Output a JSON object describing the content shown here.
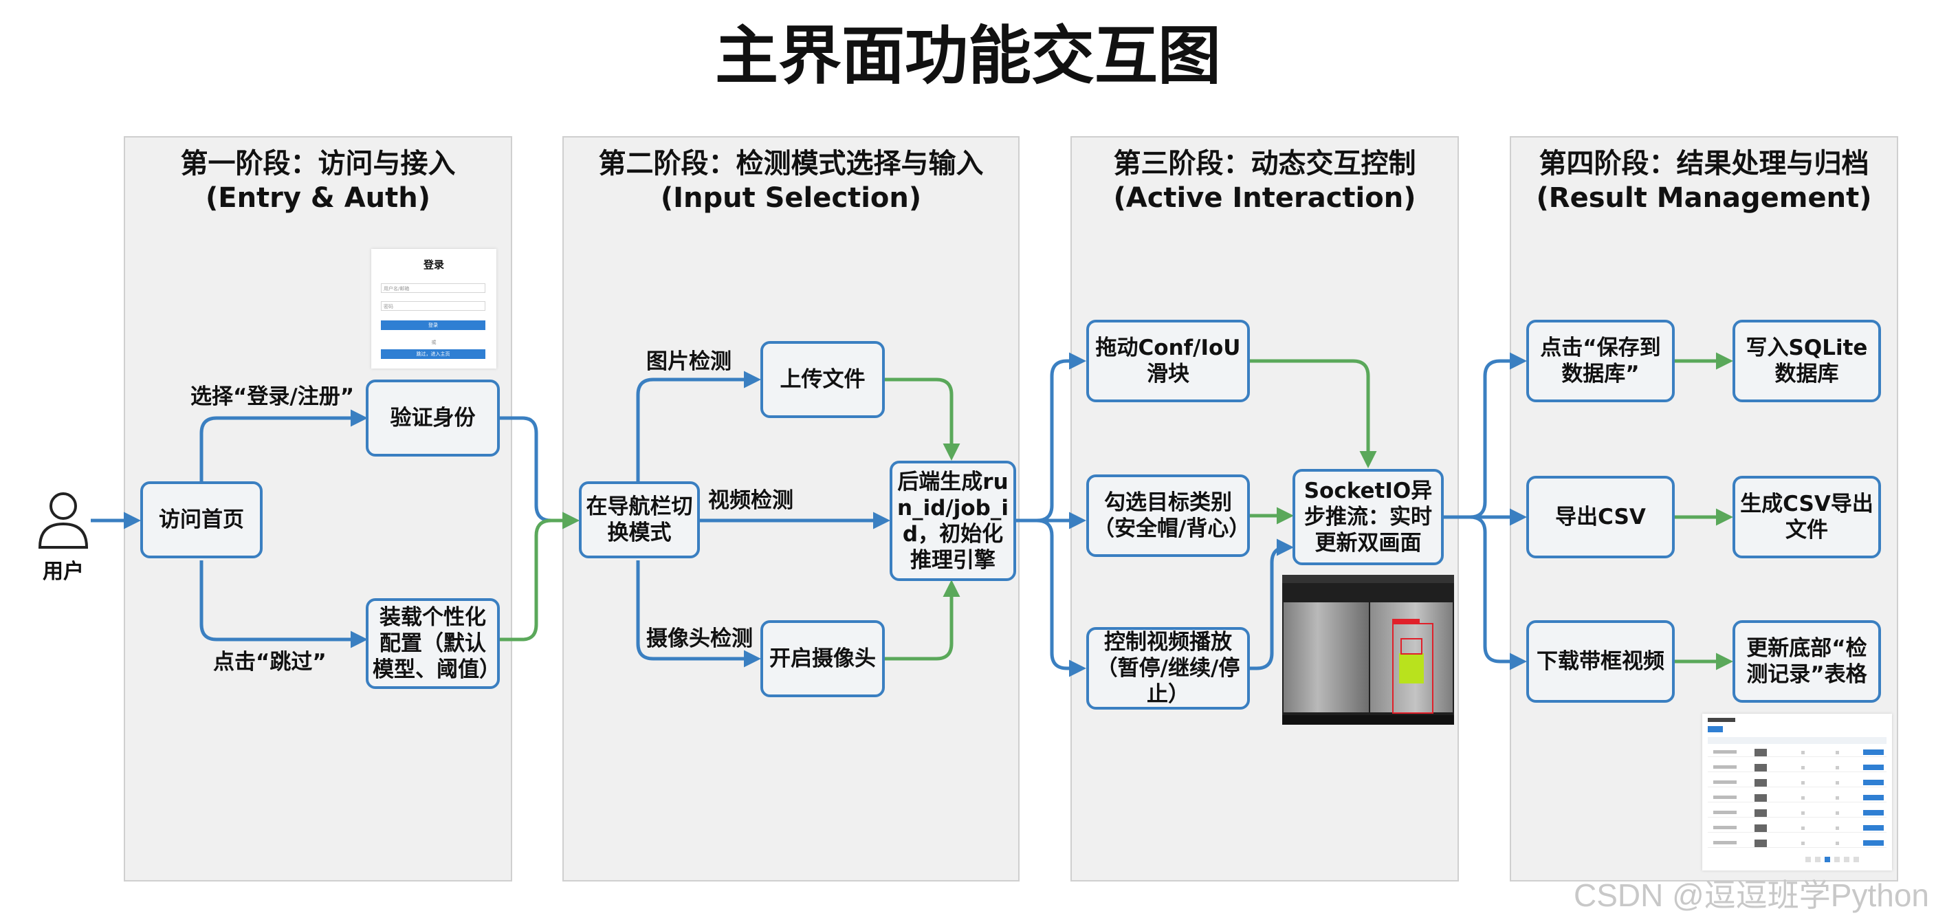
{
  "title": "主界面功能交互图",
  "stages": [
    {
      "title": "第一阶段：访问与接入",
      "subtitle": "(Entry & Auth)"
    },
    {
      "title": "第二阶段：检测模式选择与输入",
      "subtitle": "(Input Selection)"
    },
    {
      "title": "第三阶段：动态交互控制",
      "subtitle": "(Active Interaction)"
    },
    {
      "title": "第四阶段：结果处理与归档",
      "subtitle": "(Result Management)"
    }
  ],
  "user_label": "用户",
  "nodes": {
    "visit_home": "访问首页",
    "verify_identity": "验证身份",
    "load_config": "装载个性化配置（默认模型、阈值）",
    "switch_mode": "在导航栏切换模式",
    "upload_file": "上传文件",
    "open_camera": "开启摄像头",
    "backend_init": "后端生成run_id/job_id，初始化推理引擎",
    "drag_slider": "拖动Conf/IoU滑块",
    "select_class": "勾选目标类别（安全帽/背心）",
    "video_control": "控制视频播放（暂停/继续/停止）",
    "socketio": "SocketIO异步推流：实时更新双画面",
    "click_save": "点击“保存到数据库”",
    "write_sqlite": "写入SQLite数据库",
    "export_csv": "导出CSV",
    "gen_csv": "生成CSV导出文件",
    "download_video": "下载带框视频",
    "update_records": "更新底部“检测记录”表格"
  },
  "edge_labels": {
    "login": "选择“登录/注册”",
    "skip": "点击“跳过”",
    "image": "图片检测",
    "video": "视频检测",
    "camera": "摄像头检测"
  },
  "login_card": {
    "title": "登录",
    "username_placeholder": "用户名/邮箱",
    "password_placeholder": "密码",
    "login_button": "登录",
    "or": "或",
    "skip_button": "跳过，进入主页"
  },
  "watermark": "CSDN @逗逗班学Python",
  "colors": {
    "node_border": "#3a7fc1",
    "flow_blue": "#3a7fc1",
    "flow_green": "#5aa85a",
    "stage_bg": "#f0f0f0"
  }
}
